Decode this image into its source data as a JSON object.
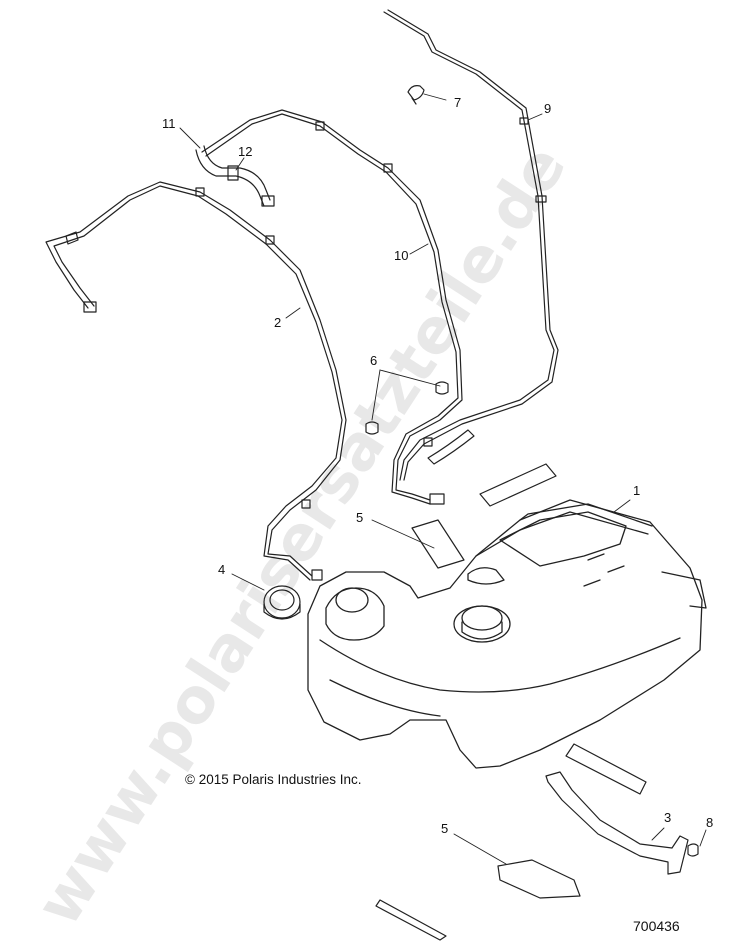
{
  "callouts": {
    "c1": "1",
    "c2": "2",
    "c3": "3",
    "c4": "4",
    "c5a": "5",
    "c5b": "5",
    "c6": "6",
    "c7": "7",
    "c8": "8",
    "c9": "9",
    "c10": "10",
    "c11": "11",
    "c12": "12"
  },
  "copyright": "© 2015 Polaris Industries Inc.",
  "diagram_id": "700436",
  "watermark": "www.polarisersatzteile.de"
}
